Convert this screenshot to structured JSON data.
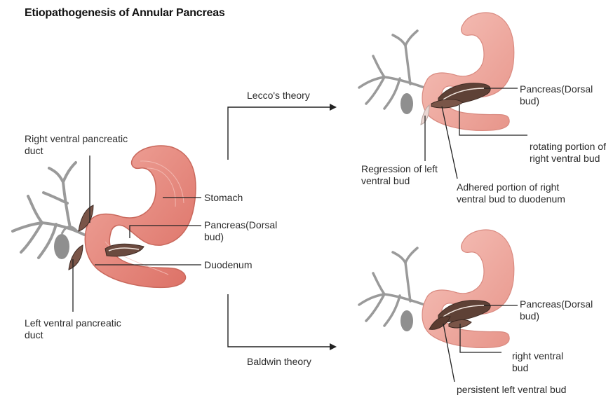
{
  "title": "Etiopathogenesis of Annular Pancreas",
  "theories": {
    "lecco": "Lecco's theory",
    "baldwin": "Baldwin theory"
  },
  "left_panel": {
    "right_ventral_duct": "Right ventral pancreatic\nduct",
    "left_ventral_duct": "Left ventral pancreatic\nduct",
    "stomach": "Stomach",
    "pancreas_dorsal": "Pancreas(Dorsal\nbud)",
    "duodenum": "Duodenum"
  },
  "top_right_panel": {
    "pancreas_dorsal": "Pancreas(Dorsal\nbud)",
    "rotating_portion": "rotating portion of\nright ventral bud",
    "regression": "Regression of left\nventral bud",
    "adhered_portion": "Adhered portion of  right\nventral bud to duodenum"
  },
  "bottom_right_panel": {
    "pancreas_dorsal": "Pancreas(Dorsal\nbud)",
    "right_ventral": "right ventral\nbud",
    "persistent_left": "persistent left ventral bud"
  },
  "colors": {
    "stomach": "#e5857a",
    "stomach_light": "#f2b5ac",
    "duct": "#9a9a9a",
    "gallbladder": "#8f8f8f",
    "bud": "#6b4a3f"
  }
}
